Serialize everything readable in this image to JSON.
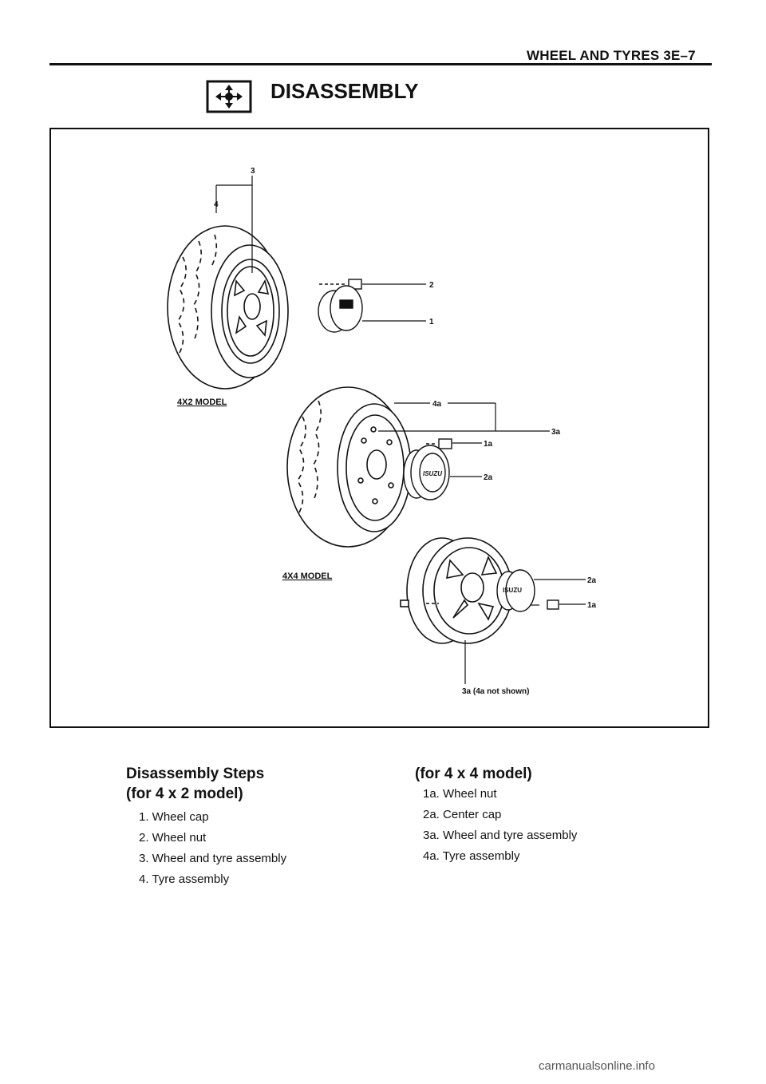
{
  "header": {
    "title": "WHEEL AND TYRES 3E–7"
  },
  "section": {
    "icon": "disassembly-arrows-icon",
    "title": "DISASSEMBLY"
  },
  "figure": {
    "callouts_4x2": [
      "3",
      "4",
      "2",
      "1"
    ],
    "model_4x2": "4X2 MODEL",
    "callouts_4x4": [
      "4a",
      "3a",
      "1a",
      "2a"
    ],
    "model_4x4": "4X4 MODEL",
    "callouts_alloy": [
      "2a",
      "1a"
    ],
    "alloy_caption": "3a (4a not shown)",
    "cap_logo": "ISUZU"
  },
  "steps_4x2": {
    "heading_line1": "Disassembly Steps",
    "heading_line2": "(for 4 x 2 model)",
    "items": [
      "1. Wheel cap",
      "2. Wheel nut",
      "3. Wheel and tyre assembly",
      "4. Tyre assembly"
    ]
  },
  "steps_4x4": {
    "heading": "(for 4 x 4 model)",
    "items": [
      "1a. Wheel nut",
      "2a. Center cap",
      "3a. Wheel and tyre assembly",
      "4a. Tyre assembly"
    ]
  },
  "footer": {
    "watermark": "carmanualsonline.info"
  }
}
